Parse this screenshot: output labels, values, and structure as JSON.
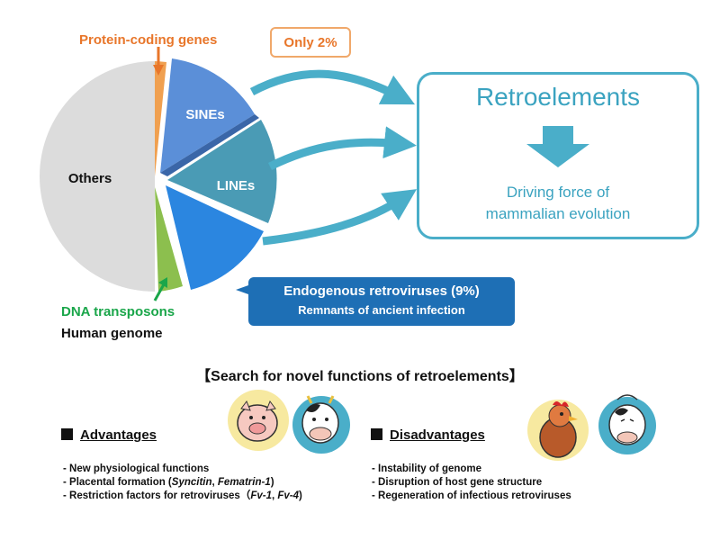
{
  "pie": {
    "others_label": "Others",
    "sines_label": "SINEs",
    "lines_label": "LINEs",
    "protein_label": "Protein-coding genes",
    "protein_note": "Only 2%",
    "dna_label": "DNA transposons",
    "genome_label": "Human genome",
    "colors": {
      "others": "#dcdcdc",
      "protein": "#f0a050",
      "sines": "#5b8fd8",
      "lines": "#4a9bb5",
      "erv": "#2b86e0",
      "dna": "#8cbf4e",
      "arrow": "#4aaec9"
    }
  },
  "retro": {
    "title": "Retroelements",
    "line1": "Driving force of",
    "line2": "mammalian evolution"
  },
  "erv": {
    "title": "Endogenous retroviruses (9%)",
    "subtitle": "Remnants of ancient infection"
  },
  "search": {
    "title": "【Search for novel functions of retroelements】"
  },
  "advantages": {
    "heading": "Advantages",
    "item1": "- New physiological functions",
    "item2_pre": "- Placental formation (",
    "item2_it1": "Syncitin",
    "item2_mid": ", ",
    "item2_it2": "Fematrin-1",
    "item2_post": ")",
    "item3_pre": "- Restriction factors for retroviruses（",
    "item3_it1": "Fv-1",
    "item3_mid": ", ",
    "item3_it2": "Fv-4",
    "item3_post": ")"
  },
  "disadvantages": {
    "heading": "Disadvantages",
    "item1": "- Instability of genome",
    "item2": "- Disruption of host gene structure",
    "item3": "- Regeneration of infectious retroviruses"
  }
}
